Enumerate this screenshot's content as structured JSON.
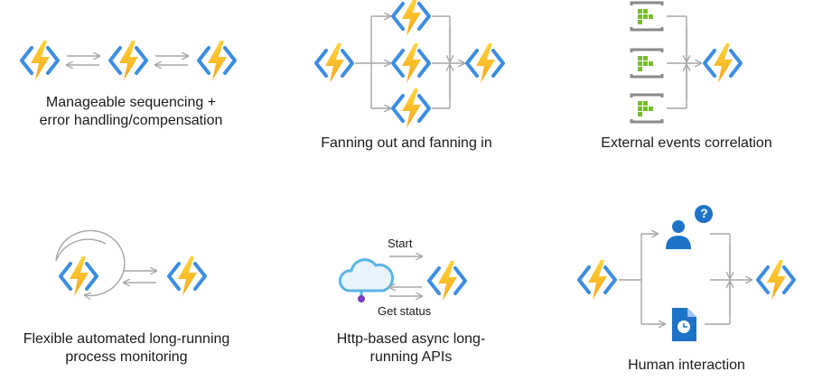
{
  "colors": {
    "bolt_top": "#ffd33b",
    "bolt_bottom": "#f7a81b",
    "chevron": "#3c8de3",
    "arrow": "#a6a6a6",
    "queue_border": "#8a8a8a",
    "queue_green": "#76bc2d",
    "person_blue": "#1e73c8",
    "doc_blue": "#1e73c8",
    "cloud_blue": "#5ab4e6",
    "text": "#1b1b1b"
  },
  "icons": {
    "function": "azure-function-icon",
    "queue": "queue-icon",
    "person": "person-icon",
    "question": "question-badge-icon",
    "document": "document-clock-icon",
    "cloud": "cloud-icon"
  },
  "patterns": [
    {
      "id": "sequencing",
      "title_lines": [
        "Manageable sequencing +",
        "error handling/compensation"
      ]
    },
    {
      "id": "fanout",
      "title_lines": [
        "Fanning out and fanning in"
      ]
    },
    {
      "id": "events",
      "title_lines": [
        "External events correlation"
      ]
    },
    {
      "id": "monitor",
      "title_lines": [
        "Flexible automated long-running",
        "process monitoring"
      ]
    },
    {
      "id": "http",
      "title_lines": [
        "Http-based async long-",
        "running APIs"
      ],
      "labels": {
        "start": "Start",
        "get_status": "Get status"
      }
    },
    {
      "id": "human",
      "title_lines": [
        "Human interaction"
      ],
      "labels": {
        "question": "?"
      }
    }
  ]
}
